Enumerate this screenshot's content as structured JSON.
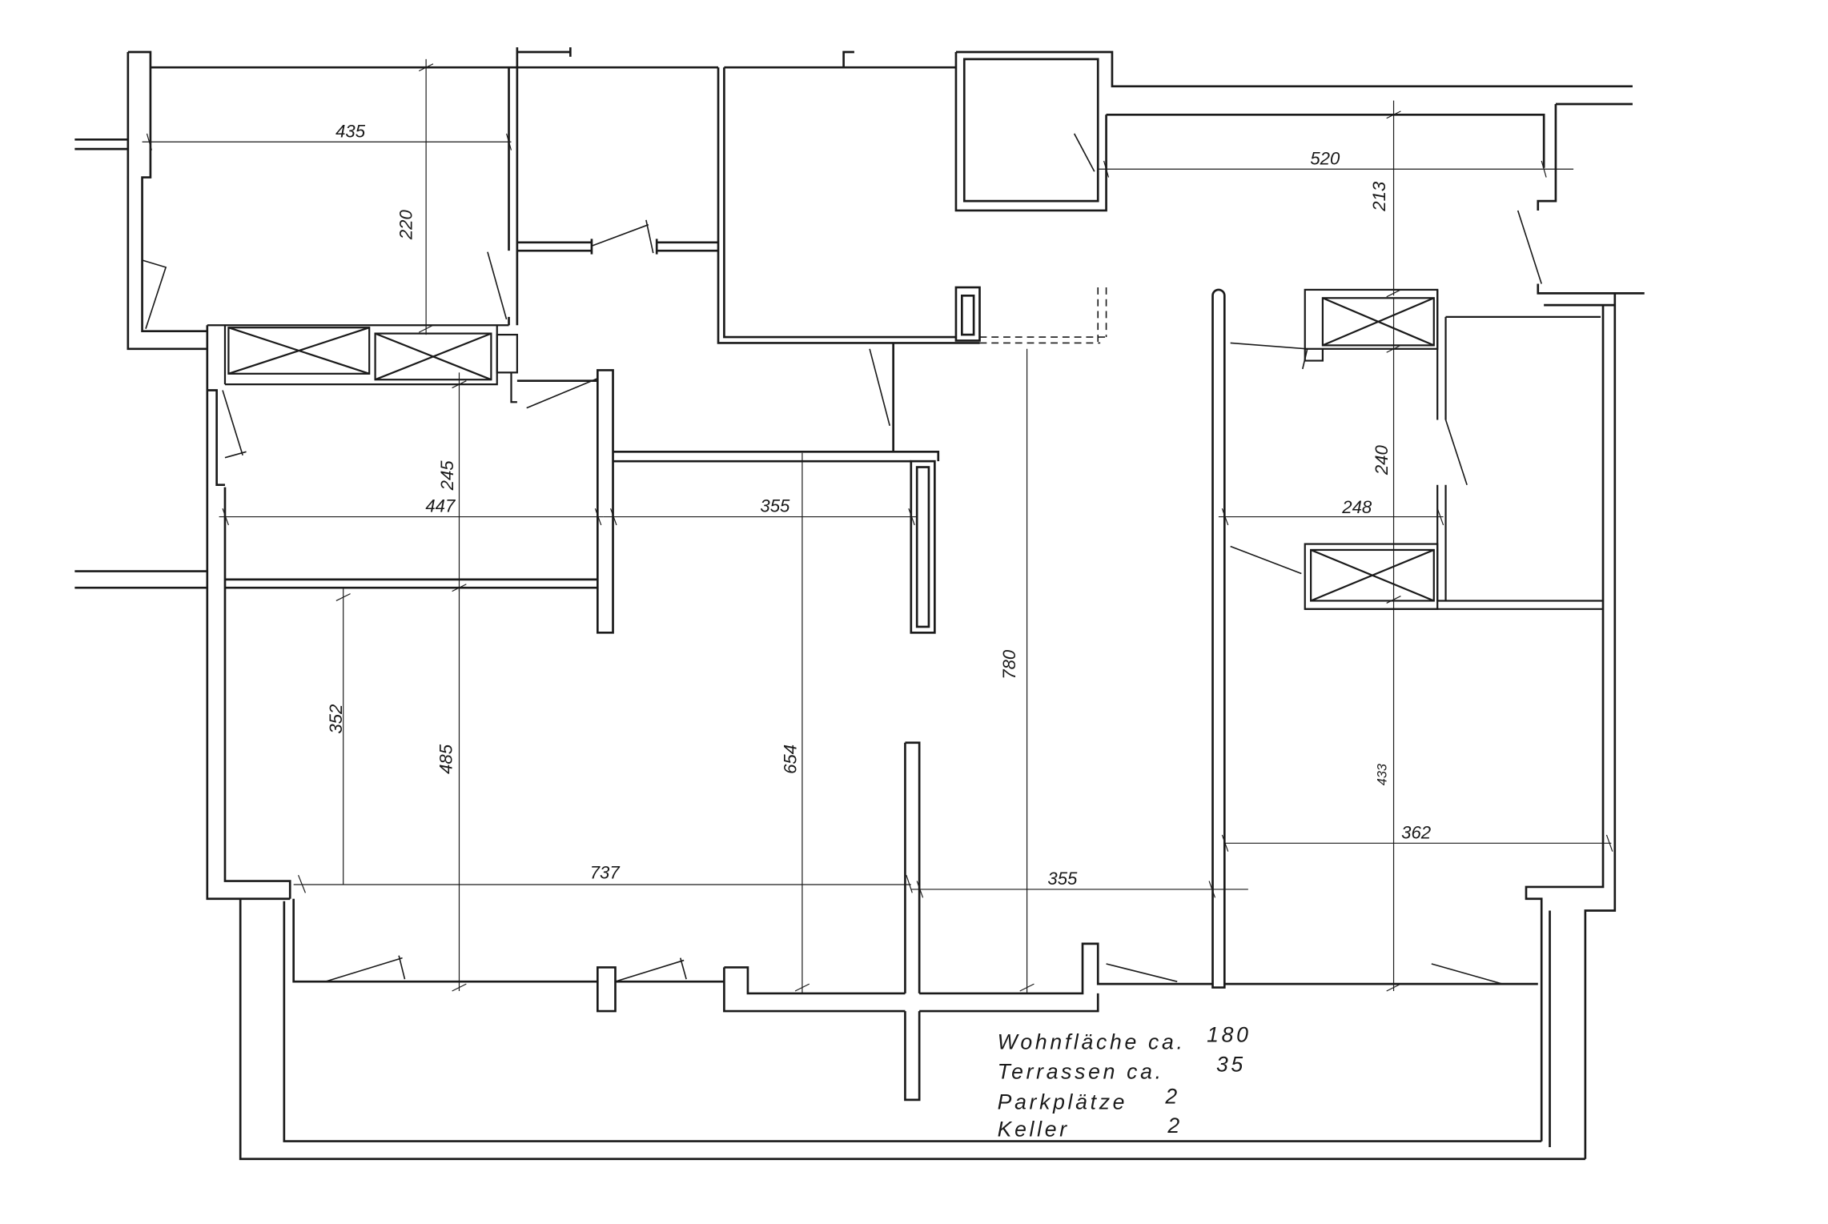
{
  "colors": {
    "ink": "#1a1a1a",
    "paper": "#ffffff"
  },
  "dimensions": {
    "top_left_room_width": "435",
    "top_left_room_depth": "220",
    "top_right_room_width": "520",
    "top_right_room_depth": "213",
    "left_room_depth": "245",
    "left_room_width": "447",
    "hall_width": "355",
    "right_room_depth": "240",
    "right_room_width": "248",
    "center_depth": "780",
    "living_left_depth": "352",
    "living_depth": "485",
    "living_center_depth": "654",
    "bottom_right_room_depth": "433",
    "bottom_right_room_width": "362",
    "living_width": "737",
    "center_bottom_width": "355"
  },
  "notes": [
    {
      "label": "Wohnfläche ca.",
      "value": "180"
    },
    {
      "label": "Terrassen ca.",
      "value": "35"
    },
    {
      "label": "Parkplätze",
      "value": "2"
    },
    {
      "label": "Keller",
      "value": "2"
    }
  ]
}
